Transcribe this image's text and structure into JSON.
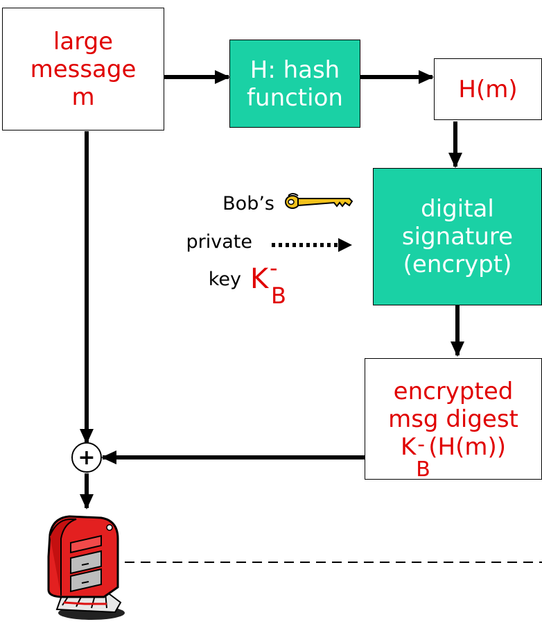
{
  "colors": {
    "green_box": "#1ad1a5",
    "red_text": "#e00000",
    "arrow": "#000000"
  },
  "nodes": {
    "large_message": {
      "lines": [
        "large",
        "message",
        "m"
      ]
    },
    "hash_function": {
      "lines": [
        "H: hash",
        "function"
      ]
    },
    "hash_output": {
      "text": "H(m)"
    },
    "digital_signature": {
      "lines": [
        "digital",
        "signature",
        "(encrypt)"
      ]
    },
    "encrypted_digest": {
      "lines": [
        "encrypted",
        "msg digest"
      ],
      "formula_main": "K",
      "formula_sub": "B",
      "formula_sup": "-",
      "formula_rest": "(H(m))"
    }
  },
  "key_label": {
    "lines": [
      "Bob’s",
      "private",
      "key"
    ],
    "symbol_main": "K",
    "symbol_sub": "B",
    "symbol_sup": "-"
  },
  "combine_symbol": "+",
  "icons": [
    "key-icon",
    "mailbox-icon"
  ]
}
